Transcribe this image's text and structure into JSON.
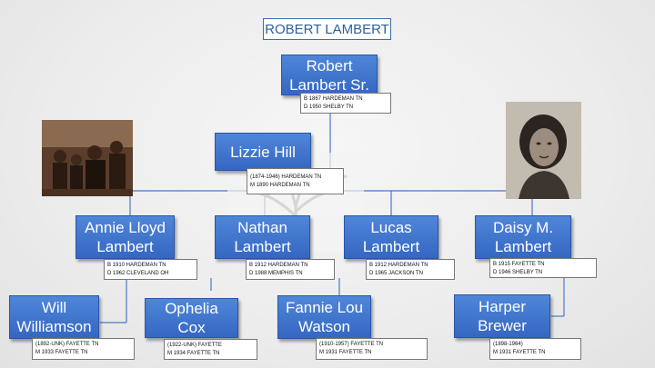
{
  "title": "ROBERT LAMBERT",
  "root": {
    "name": "Robert Lambert Sr.",
    "line1": "B 1867 HARDEMAN  TN",
    "line2": "D 1950 SHELBY TN"
  },
  "spouse": {
    "name": "Lizzie Hill",
    "line1": "(1874-1946) HARDEMAN TN",
    "line2": "M 1890  HARDEMAN TN"
  },
  "children": [
    {
      "name": "Annie Lloyd Lambert",
      "line1": "B 1910 HARDEMAN TN",
      "line2": "D 1962 CLEVELAND OH"
    },
    {
      "name": "Nathan Lambert",
      "line1": "B 1912 HARDEMAN TN",
      "line2": "D 1988 MEMPHIS TN"
    },
    {
      "name": "Lucas Lambert",
      "line1": "B 1912 HARDEMAN TN",
      "line2": "D 1965 JACKSON TN"
    },
    {
      "name": "Daisy M. Lambert",
      "line1": "B 1915 FAYETTE TN",
      "line2": "D 1946 SHELBY TN"
    }
  ],
  "spouses": [
    {
      "name": "Will Williamson",
      "line1": "(1892-UNK) FAYETTE TN",
      "line2": "M 1933 FAYETTE TN"
    },
    {
      "name": "Ophelia Cox",
      "line1": "(1922-UNK) FAYETTE",
      "line2": "M 1934 FAYETTE TN"
    },
    {
      "name": "Fannie Lou Watson",
      "line1": "(1910-1957) FAYETTE TN",
      "line2": "M 1931 FAYETTE TN"
    },
    {
      "name": "Harper Brewer",
      "line1": "(1898-1964)",
      "line2": "M 1931 FAYETTE TN"
    }
  ]
}
